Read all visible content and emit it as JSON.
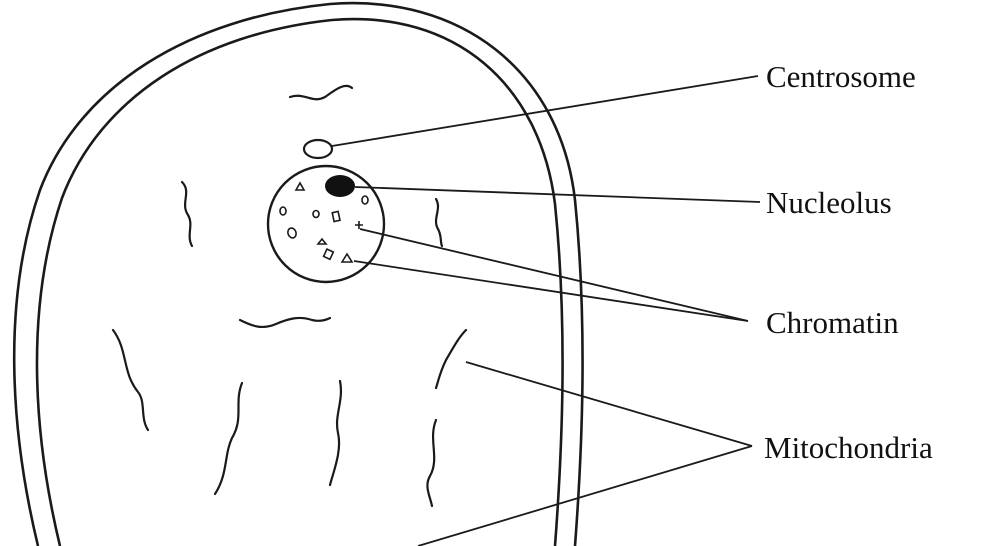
{
  "diagram": {
    "labels": {
      "centrosome": "Centrosome",
      "nucleolus": "Nucleolus",
      "chromatin": "Chromatin",
      "mitochondria": "Mitochondria"
    }
  }
}
